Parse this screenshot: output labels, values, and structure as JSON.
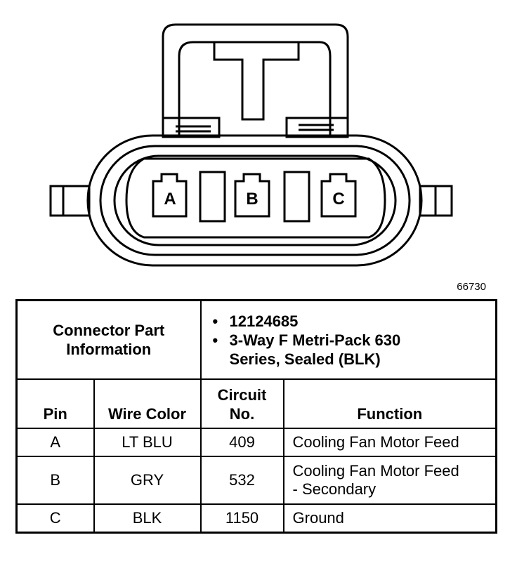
{
  "diagram": {
    "ref_number": "66730",
    "pins": [
      {
        "label": "A"
      },
      {
        "label": "B"
      },
      {
        "label": "C"
      }
    ]
  },
  "table": {
    "header_left": [
      "Connector Part",
      "Information"
    ],
    "header_right": [
      "12124685",
      "3-Way F Metri-Pack 630",
      "Series, Sealed (BLK)"
    ],
    "columns": {
      "pin": "Pin",
      "wire_color": "Wire Color",
      "circuit_line1": "Circuit",
      "circuit_line2": "No.",
      "function": "Function"
    },
    "rows": [
      {
        "pin": "A",
        "wire_color": "LT BLU",
        "circuit": "409",
        "function_line1": "Cooling Fan Motor Feed",
        "function_line2": ""
      },
      {
        "pin": "B",
        "wire_color": "GRY",
        "circuit": "532",
        "function_line1": "Cooling Fan Motor Feed",
        "function_line2": "- Secondary"
      },
      {
        "pin": "C",
        "wire_color": "BLK",
        "circuit": "1150",
        "function_line1": "Ground",
        "function_line2": ""
      }
    ]
  }
}
